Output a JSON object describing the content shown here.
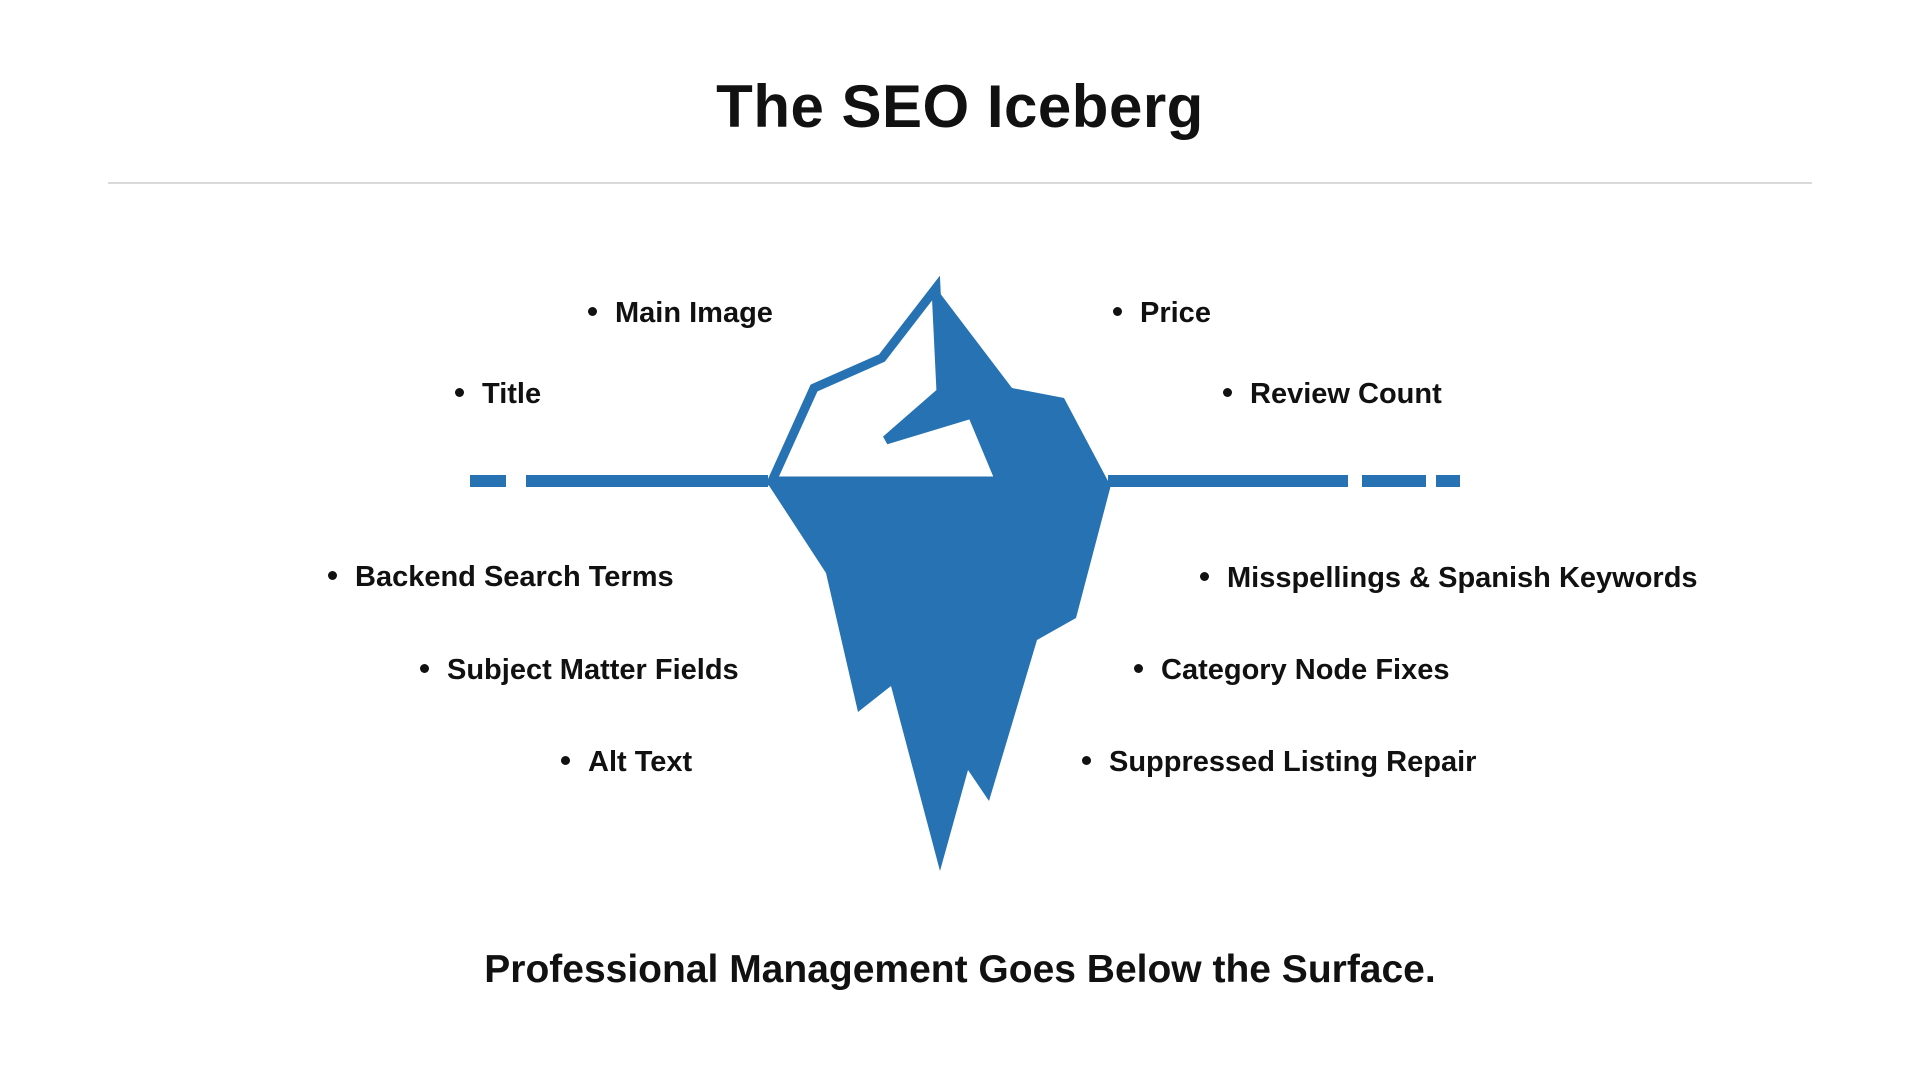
{
  "title": "The SEO Iceberg",
  "above_surface": {
    "left": [
      "Main Image",
      "Title"
    ],
    "right": [
      "Price",
      "Review Count"
    ]
  },
  "below_surface": {
    "left": [
      "Backend Search Terms",
      "Subject Matter Fields",
      "Alt Text"
    ],
    "right": [
      "Misspellings & Spanish Keywords",
      "Category Node Fixes",
      "Suppressed Listing Repair"
    ]
  },
  "tagline": "Professional Management Goes Below the Surface.",
  "colors": {
    "iceberg": "#2672b3",
    "text": "#111111",
    "divider": "#d9d9d9"
  }
}
